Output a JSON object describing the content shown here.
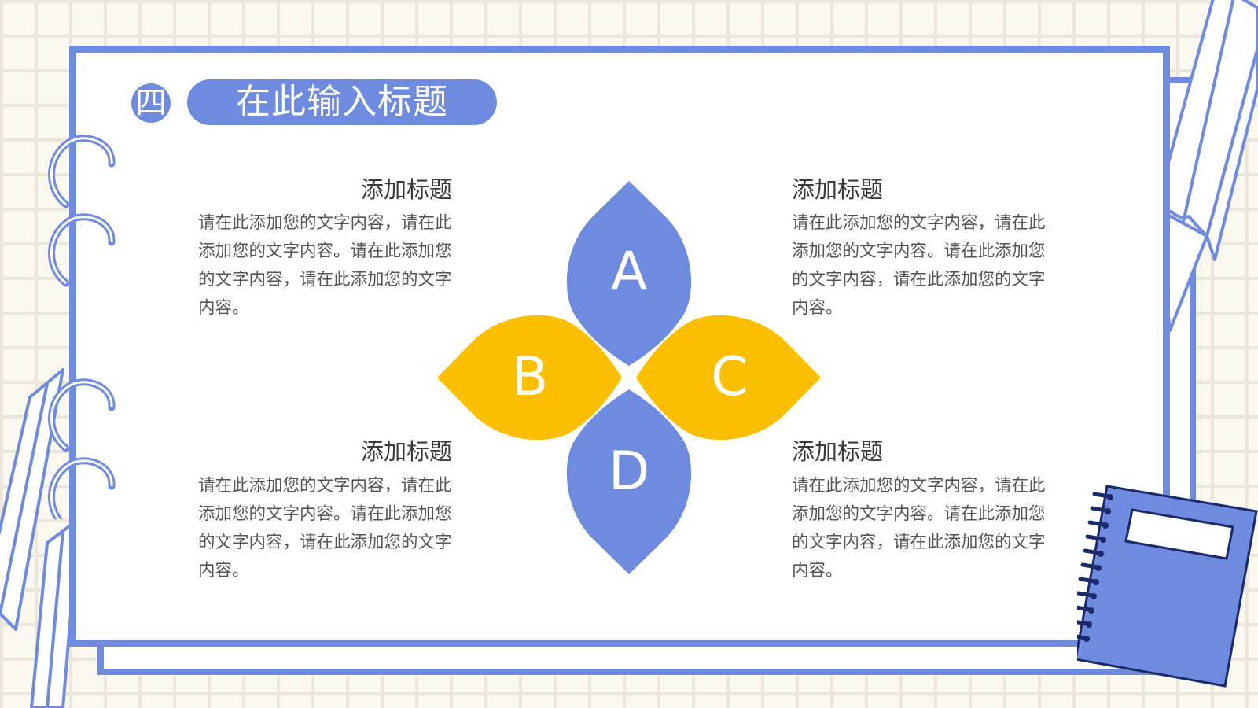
{
  "header": {
    "number": "四",
    "title": "在此输入标题"
  },
  "sections": [
    {
      "title": "添加标题",
      "body": "请在此添加您的文字内容，请在此添加您的文字内容。请在此添加您的文字内容，请在此添加您的文字内容。"
    },
    {
      "title": "添加标题",
      "body": "请在此添加您的文字内容，请在此添加您的文字内容。请在此添加您的文字内容，请在此添加您的文字内容。"
    },
    {
      "title": "添加标题",
      "body": "请在此添加您的文字内容，请在此添加您的文字内容。请在此添加您的文字内容，请在此添加您的文字内容。"
    },
    {
      "title": "添加标题",
      "body": "请在此添加您的文字内容，请在此添加您的文字内容。请在此添加您的文字内容，请在此添加您的文字内容。"
    }
  ],
  "petals": [
    {
      "letter": "A",
      "color": "#6f8bdf"
    },
    {
      "letter": "B",
      "color": "#fcbf00"
    },
    {
      "letter": "C",
      "color": "#fcbf00"
    },
    {
      "letter": "D",
      "color": "#6f8bdf"
    }
  ],
  "colors": {
    "accent": "#6f8bdf",
    "yellow": "#fcbf00",
    "grid_bg": "#fbf8f0",
    "notebook_dark": "#1a2a6c"
  }
}
